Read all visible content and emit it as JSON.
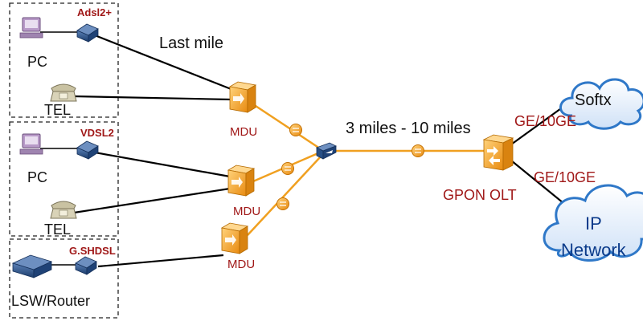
{
  "labels": {
    "last_mile": "Last mile",
    "distance": "3 miles  - 10 miles",
    "ge1": "GE/10GE",
    "ge2": "GE/10GE",
    "gpon_olt": "GPON OLT",
    "softx": "Softx",
    "ip_line1": "IP",
    "ip_line2": "Network",
    "mdu1": "MDU",
    "mdu2": "MDU",
    "mdu3": "MDU",
    "pc1": "PC",
    "tel1": "TEL",
    "pc2": "PC",
    "tel2": "TEL",
    "lsw": "LSW/Router",
    "adsl": "Adsl2+",
    "vdsl": "VDSL2",
    "gshdsl": "G.SHDSL"
  },
  "colors": {
    "fiber": "#f0a020",
    "copper": "#000000",
    "device_orange": "#f3a234",
    "modem_blue": "#274f86",
    "cloud_blue": "#2f78c8",
    "label_red": "#a01818"
  },
  "icons": [
    "pc-icon",
    "telephone-icon",
    "modem-icon",
    "mdu-icon",
    "splitter-icon",
    "olt-icon",
    "switch-router-icon",
    "cloud-icon",
    "fiber-node-icon"
  ]
}
